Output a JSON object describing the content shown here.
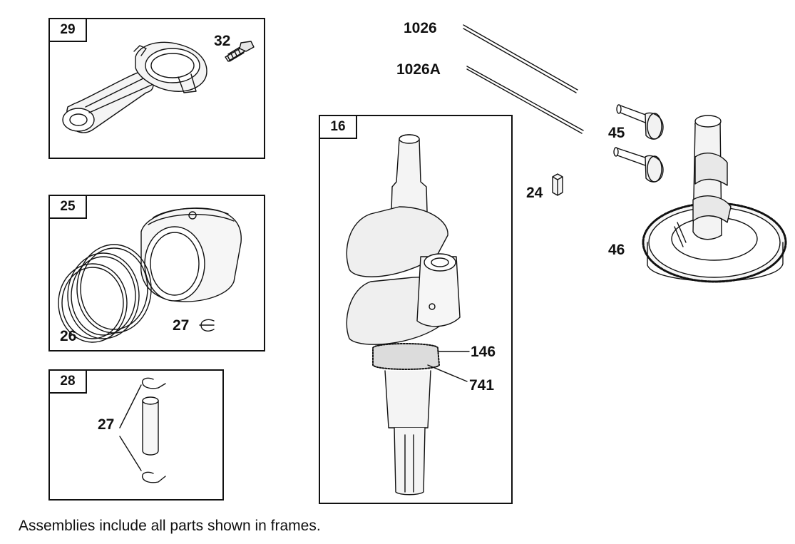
{
  "frames": {
    "f29": {
      "tag": "29"
    },
    "f25": {
      "tag": "25"
    },
    "f28": {
      "tag": "28"
    },
    "f16": {
      "tag": "16"
    }
  },
  "callouts": {
    "c32": "32",
    "c26": "26",
    "c27a": "27",
    "c27b": "27",
    "c1026": "1026",
    "c1026A": "1026A",
    "c45": "45",
    "c24": "24",
    "c46": "46",
    "c146": "146",
    "c741": "741"
  },
  "footnote": "Assemblies include all parts shown in frames."
}
